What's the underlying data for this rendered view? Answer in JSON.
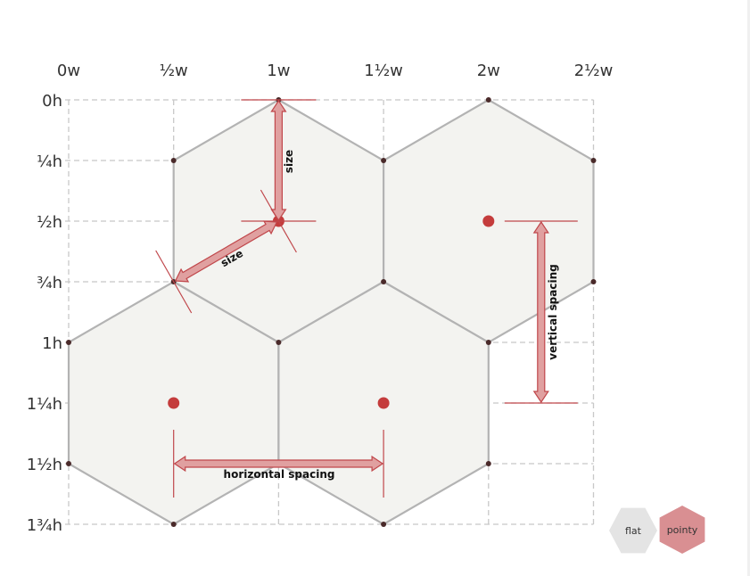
{
  "axes": {
    "x_labels": [
      "0w",
      "½w",
      "1w",
      "1½w",
      "2w",
      "2½w"
    ],
    "y_labels": [
      "0h",
      "¼h",
      "½h",
      "¾h",
      "1h",
      "1¼h",
      "1½h",
      "1¾h"
    ]
  },
  "annotations": {
    "size_vertical": "size",
    "size_diagonal": "size",
    "horizontal_spacing": "horizontal spacing",
    "vertical_spacing": "vertical spacing"
  },
  "toggle": {
    "flat_label": "flat",
    "pointy_label": "pointy",
    "selected": "pointy"
  },
  "colors": {
    "hex_fill": "#f3f3f0",
    "hex_stroke": "#b3b3b3",
    "accent": "#c43c3c",
    "arrow_fill": "#e0a0a0"
  }
}
